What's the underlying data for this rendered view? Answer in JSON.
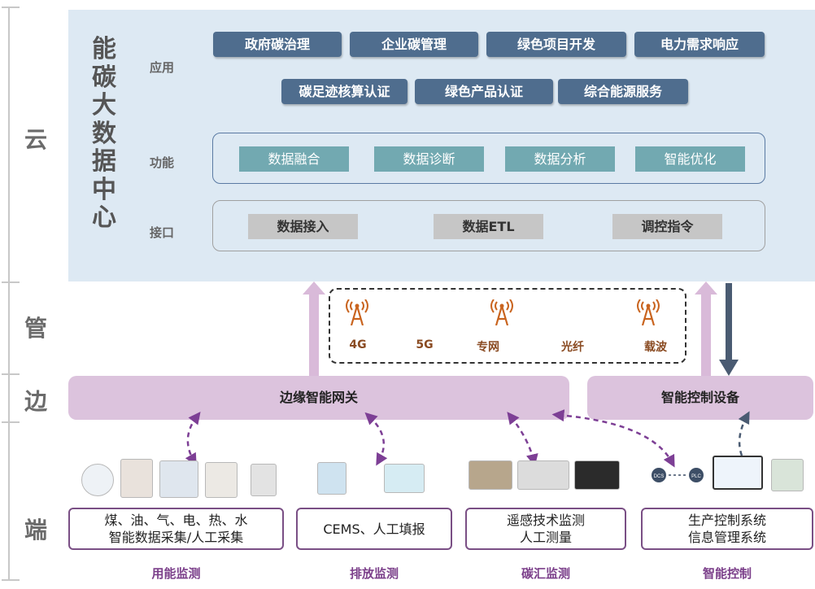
{
  "axis": {
    "cloud": "云",
    "pipe": "管",
    "edge": "边",
    "end": "端"
  },
  "cloud": {
    "title_chars": [
      "能",
      "碳",
      "大",
      "数",
      "据",
      "中",
      "心"
    ],
    "labels": {
      "app": "应用",
      "func": "功能",
      "iface": "接口"
    },
    "apps": [
      "政府碳治理",
      "企业碳管理",
      "绿色项目开发",
      "电力需求响应",
      "碳足迹核算认证",
      "绿色产品认证",
      "综合能源服务"
    ],
    "functions": [
      "数据融合",
      "数据诊断",
      "数据分析",
      "智能优化"
    ],
    "interfaces": [
      "数据接入",
      "数据ETL",
      "调控指令"
    ]
  },
  "network": {
    "items": [
      "4G",
      "5G",
      "专网",
      "光纤",
      "载波"
    ]
  },
  "edge": {
    "gateway": "边缘智能网关",
    "control_device": "智能控制设备"
  },
  "end": {
    "boxes": [
      {
        "lines": [
          "煤、油、气、电、热、水",
          "智能数据采集/人工采集"
        ],
        "caption": "用能监测"
      },
      {
        "lines": [
          "CEMS、人工填报"
        ],
        "caption": "排放监测"
      },
      {
        "lines": [
          "遥感技术监测",
          "人工测量"
        ],
        "caption": "碳汇监测"
      },
      {
        "lines": [
          "生产控制系统",
          "信息管理系统"
        ],
        "caption": "智能控制"
      }
    ],
    "device_tags": {
      "dcs": "DCS",
      "plc": "PLC"
    }
  },
  "colors": {
    "app": "#4f6d8e",
    "func": "#72a9b1",
    "iface": "#c6c6c6",
    "edge": "#dcc3dd",
    "end_border": "#7a4f85",
    "caption": "#7b3f8a"
  }
}
